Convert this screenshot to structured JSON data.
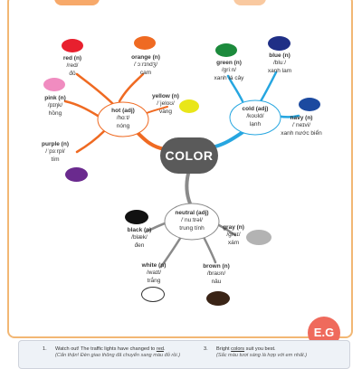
{
  "center": {
    "label": "COLOR"
  },
  "groups": {
    "hot": {
      "en": "hot (adj)",
      "ipa": "/hɑːt/",
      "vi": "nóng"
    },
    "cold": {
      "en": "cold (adj)",
      "ipa": "/koʊld/",
      "vi": "lạnh"
    },
    "neutral": {
      "en": "neutral (adj)",
      "ipa": "/ˈnuːtrəl/",
      "vi": "trung tính"
    }
  },
  "colors": {
    "red": {
      "en": "red (n)",
      "ipa": "/red/",
      "vi": "đỏ",
      "swatch": "#e8202e"
    },
    "orange": {
      "en": "orange (n)",
      "ipa": "/ˈɔːrɪndʒ/",
      "vi": "cam",
      "swatch": "#ef6a22"
    },
    "pink": {
      "en": "pink (n)",
      "ipa": "/pɪŋk/",
      "vi": "hồng",
      "swatch": "#f08cc0"
    },
    "yellow": {
      "en": "yellow (n)",
      "ipa": "/ˈjeloʊ/",
      "vi": "vàng",
      "swatch": "#e9e619"
    },
    "purple": {
      "en": "purple (n)",
      "ipa": "/ˈpɜːrpl/",
      "vi": "tím",
      "swatch": "#6a2a8e"
    },
    "green": {
      "en": "green (n)",
      "ipa": "/ɡriːn/",
      "vi": "xanh lá cây",
      "swatch": "#1c8a3c"
    },
    "blue": {
      "en": "blue (n)",
      "ipa": "/bluː/",
      "vi": "xanh lam",
      "swatch": "#1f2f86"
    },
    "navy": {
      "en": "navy (n)",
      "ipa": "/ˈneɪvi/",
      "vi": "xanh nước biển",
      "swatch": "#1c4aa0"
    },
    "black": {
      "en": "black (n)",
      "ipa": "/blæk/",
      "vi": "đen",
      "swatch": "#111111"
    },
    "gray": {
      "en": "gray (n)",
      "ipa": "/ɡreɪ/",
      "vi": "xám",
      "swatch": "#b3b3b3"
    },
    "white": {
      "en": "white (n)",
      "ipa": "/waɪt/",
      "vi": "trắng",
      "swatch": "#ffffff"
    },
    "brown": {
      "en": "brown (n)",
      "ipa": "/braʊn/",
      "vi": "nâu",
      "swatch": "#3a2416"
    }
  },
  "eg": {
    "badge": "E.G"
  },
  "examples": [
    {
      "num": "1.",
      "before": "Watch out! The traffic lights have changed to ",
      "word": "red",
      "after": ".",
      "vi": "(Cẩn thận! Đèn giao thông đã chuyển sang màu đỏ rồi.)"
    },
    {
      "num": "3.",
      "before": "Bright ",
      "word": "colors",
      "after": " suit you best.",
      "vi": "(Sắc màu tươi sáng là hợp với em nhất.)"
    }
  ],
  "accents": {
    "frame": "#f2b774",
    "warm_branch": "#ef6a22",
    "cool_branch": "#26a6e0",
    "neutral_branch": "#8a8a8a"
  }
}
